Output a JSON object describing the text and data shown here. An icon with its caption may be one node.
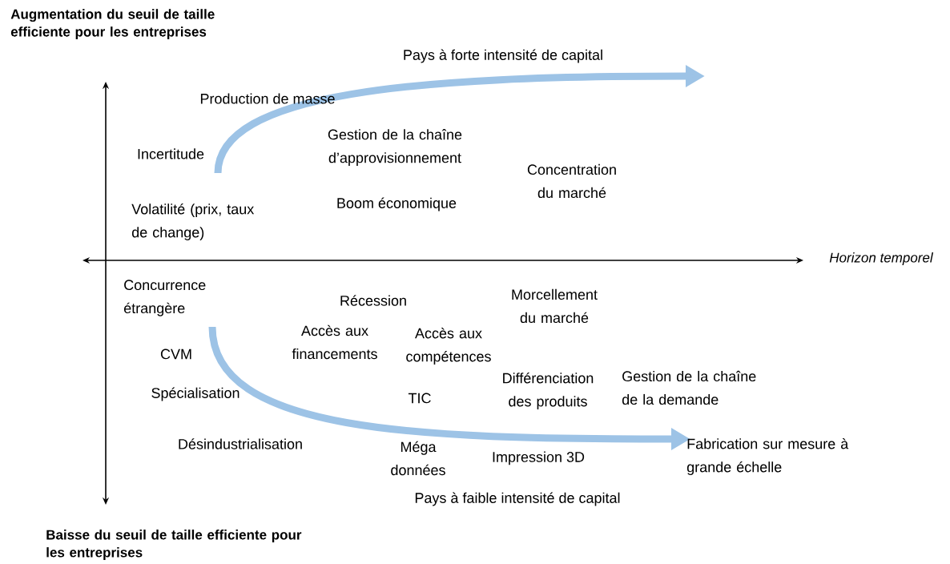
{
  "diagram": {
    "labels": [
      "Augmentation du seuil de taille efficiente pour les entreprises",
      "Pays à forte intensité de capital",
      "Production de masse",
      "Incertitude",
      "Gestion de la chaîne d’approvisionnement",
      "Concentration du marché",
      "Boom économique",
      "Volatilité (prix, taux de change)",
      "Horizon temporel",
      "Concurrence étrangère",
      "Récession",
      "Morcellement du marché",
      "Accès aux financements",
      "Accès aux compétences",
      "CVM",
      "Différenciation des produits",
      "Gestion de la chaîne de la demande",
      "Spécialisation",
      "TIC",
      "Désindustrialisation",
      "Méga données",
      "Impression 3D",
      "Fabrication sur mesure à grande échelle",
      "Pays à faible intensité de capital",
      "Baisse du seuil de taille efficiente pour les entreprises"
    ]
  }
}
